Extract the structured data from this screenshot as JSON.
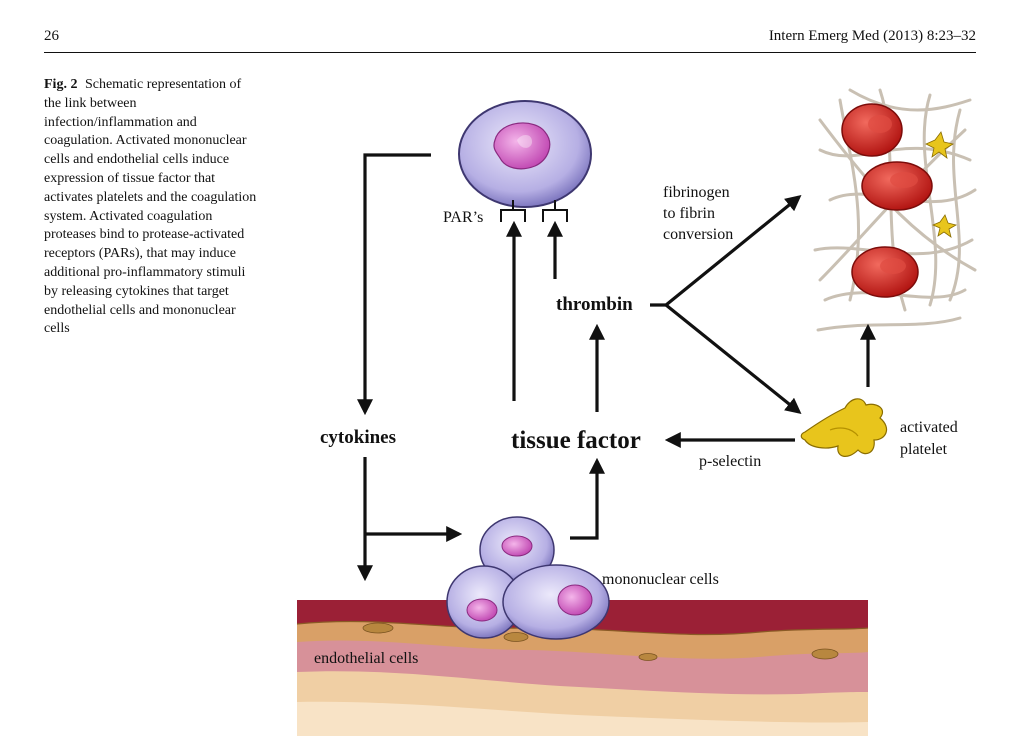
{
  "header": {
    "page_number": "26",
    "journal_ref": "Intern Emerg Med (2013) 8:23–32"
  },
  "caption": {
    "label": "Fig. 2",
    "text": "Schematic representation of the link between infection/inflammation and coagulation. Activated mononuclear cells and endothelial cells induce expression of tissue factor that activates platelets and the coagulation system. Activated coagulation proteases bind to protease-activated receptors (PARs), that may induce additional pro-inflammatory stimuli by releasing cytokines that target endothelial cells and mononuclear cells"
  },
  "diagram": {
    "labels": {
      "pars": "PAR’s",
      "fibrinogen_1": "fibrinogen",
      "fibrinogen_2": "to fibrin",
      "fibrinogen_3": "conversion",
      "thrombin": "thrombin",
      "cytokines": "cytokines",
      "tissue_factor": "tissue factor",
      "p_selectin": "p-selectin",
      "activated_platelet_1": "activated",
      "activated_platelet_2": "platelet",
      "mononuclear_cells": "mononuclear cells",
      "endothelial_cells": "endothelial cells"
    },
    "colors": {
      "cell_body": "#b9b3e6",
      "cell_nucleus": "#d05fc2",
      "rbc": "#d32a26",
      "platelet": "#e8c51c",
      "vessel_wall": "#9b2036",
      "endothelium": "#cfa46a",
      "intima": "#d8929a",
      "adventitia": "#f1d1a8"
    }
  }
}
